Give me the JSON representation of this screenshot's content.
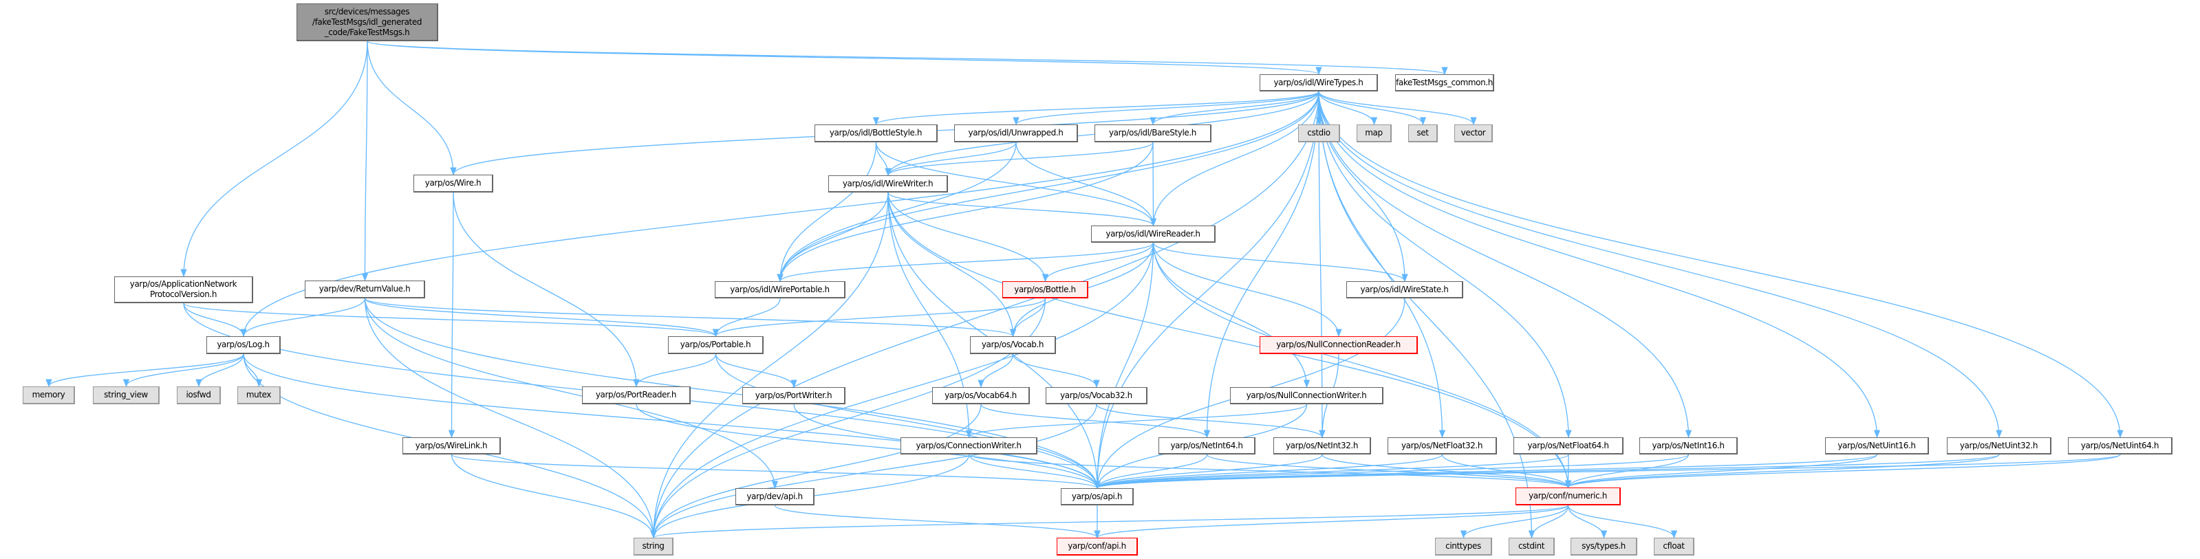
{
  "colors": {
    "edge": "#63b8ff",
    "root_fill": "#999999",
    "red_border": "#ff0000",
    "red_fill": "#fff0f0",
    "sys_fill": "#e0e0e0"
  },
  "nodes": {
    "root": {
      "label": "src/devices/messages\n/fakeTestMsgs/idl_generated\n_code/FakeTestMsgs.h",
      "kind": "root"
    },
    "wiretypes": {
      "label": "yarp/os/idl/WireTypes.h",
      "kind": "normal"
    },
    "common": {
      "label": "fakeTestMsgs_common.h",
      "kind": "normal"
    },
    "bottlestyle": {
      "label": "yarp/os/idl/BottleStyle.h",
      "kind": "normal"
    },
    "unwrapped": {
      "label": "yarp/os/idl/Unwrapped.h",
      "kind": "normal"
    },
    "barestyle": {
      "label": "yarp/os/idl/BareStyle.h",
      "kind": "normal"
    },
    "cstdio": {
      "label": "cstdio",
      "kind": "sys"
    },
    "map": {
      "label": "map",
      "kind": "sys"
    },
    "set": {
      "label": "set",
      "kind": "sys"
    },
    "vector": {
      "label": "vector",
      "kind": "sys"
    },
    "wire": {
      "label": "yarp/os/Wire.h",
      "kind": "normal"
    },
    "wirewriter": {
      "label": "yarp/os/idl/WireWriter.h",
      "kind": "normal"
    },
    "wirereader": {
      "label": "yarp/os/idl/WireReader.h",
      "kind": "normal"
    },
    "appnet": {
      "label": "yarp/os/ApplicationNetwork\nProtocolVersion.h",
      "kind": "normal"
    },
    "returnvalue": {
      "label": "yarp/dev/ReturnValue.h",
      "kind": "normal"
    },
    "wireportable": {
      "label": "yarp/os/idl/WirePortable.h",
      "kind": "normal"
    },
    "bottle": {
      "label": "yarp/os/Bottle.h",
      "kind": "red"
    },
    "wirestate": {
      "label": "yarp/os/idl/WireState.h",
      "kind": "normal"
    },
    "log": {
      "label": "yarp/os/Log.h",
      "kind": "normal"
    },
    "portable": {
      "label": "yarp/os/Portable.h",
      "kind": "normal"
    },
    "vocab": {
      "label": "yarp/os/Vocab.h",
      "kind": "normal"
    },
    "nullreader": {
      "label": "yarp/os/NullConnectionReader.h",
      "kind": "red"
    },
    "memory": {
      "label": "memory",
      "kind": "sys"
    },
    "string_view": {
      "label": "string_view",
      "kind": "sys"
    },
    "iosfwd": {
      "label": "iosfwd",
      "kind": "sys"
    },
    "mutex": {
      "label": "mutex",
      "kind": "sys"
    },
    "portreader": {
      "label": "yarp/os/PortReader.h",
      "kind": "normal"
    },
    "portwriter": {
      "label": "yarp/os/PortWriter.h",
      "kind": "normal"
    },
    "vocab64": {
      "label": "yarp/os/Vocab64.h",
      "kind": "normal"
    },
    "vocab32": {
      "label": "yarp/os/Vocab32.h",
      "kind": "normal"
    },
    "nullwriter": {
      "label": "yarp/os/NullConnectionWriter.h",
      "kind": "normal"
    },
    "wirelink": {
      "label": "yarp/os/WireLink.h",
      "kind": "normal"
    },
    "connwriter": {
      "label": "yarp/os/ConnectionWriter.h",
      "kind": "normal"
    },
    "netint64": {
      "label": "yarp/os/NetInt64.h",
      "kind": "normal"
    },
    "netint32": {
      "label": "yarp/os/NetInt32.h",
      "kind": "normal"
    },
    "netfloat32": {
      "label": "yarp/os/NetFloat32.h",
      "kind": "normal"
    },
    "netfloat64": {
      "label": "yarp/os/NetFloat64.h",
      "kind": "normal"
    },
    "netint16": {
      "label": "yarp/os/NetInt16.h",
      "kind": "normal"
    },
    "netuint16": {
      "label": "yarp/os/NetUint16.h",
      "kind": "normal"
    },
    "netuint32": {
      "label": "yarp/os/NetUint32.h",
      "kind": "normal"
    },
    "netuint64": {
      "label": "yarp/os/NetUint64.h",
      "kind": "normal"
    },
    "devapi": {
      "label": "yarp/dev/api.h",
      "kind": "normal"
    },
    "osapi": {
      "label": "yarp/os/api.h",
      "kind": "normal"
    },
    "numeric": {
      "label": "yarp/conf/numeric.h",
      "kind": "red"
    },
    "string": {
      "label": "string",
      "kind": "sys"
    },
    "confapi": {
      "label": "yarp/conf/api.h",
      "kind": "red"
    },
    "cinttypes": {
      "label": "cinttypes",
      "kind": "sys"
    },
    "cstdint": {
      "label": "cstdint",
      "kind": "sys"
    },
    "systypes": {
      "label": "sys/types.h",
      "kind": "sys"
    },
    "cfloat": {
      "label": "cfloat",
      "kind": "sys"
    }
  },
  "edges": [
    [
      "root",
      "wiretypes"
    ],
    [
      "root",
      "common"
    ],
    [
      "root",
      "appnet"
    ],
    [
      "root",
      "returnvalue"
    ],
    [
      "root",
      "wire"
    ],
    [
      "wiretypes",
      "bottlestyle"
    ],
    [
      "wiretypes",
      "unwrapped"
    ],
    [
      "wiretypes",
      "barestyle"
    ],
    [
      "wiretypes",
      "cstdio"
    ],
    [
      "wiretypes",
      "map"
    ],
    [
      "wiretypes",
      "set"
    ],
    [
      "wiretypes",
      "vector"
    ],
    [
      "wiretypes",
      "wirewriter"
    ],
    [
      "wiretypes",
      "wirereader"
    ],
    [
      "wiretypes",
      "wireportable"
    ],
    [
      "wiretypes",
      "wirestate"
    ],
    [
      "wiretypes",
      "wire"
    ],
    [
      "wiretypes",
      "log"
    ],
    [
      "wiretypes",
      "string"
    ],
    [
      "wiretypes",
      "osapi"
    ],
    [
      "wiretypes",
      "cstdint"
    ],
    [
      "wiretypes",
      "netint32"
    ],
    [
      "wiretypes",
      "netint64"
    ],
    [
      "wiretypes",
      "netfloat32"
    ],
    [
      "wiretypes",
      "netfloat64"
    ],
    [
      "wiretypes",
      "netint16"
    ],
    [
      "wiretypes",
      "netuint16"
    ],
    [
      "wiretypes",
      "netuint32"
    ],
    [
      "wiretypes",
      "netuint64"
    ],
    [
      "bottlestyle",
      "wirewriter"
    ],
    [
      "bottlestyle",
      "wirereader"
    ],
    [
      "bottlestyle",
      "wireportable"
    ],
    [
      "unwrapped",
      "wirewriter"
    ],
    [
      "unwrapped",
      "wirereader"
    ],
    [
      "unwrapped",
      "wireportable"
    ],
    [
      "barestyle",
      "wirewriter"
    ],
    [
      "barestyle",
      "wirereader"
    ],
    [
      "barestyle",
      "wireportable"
    ],
    [
      "wirewriter",
      "wirereader"
    ],
    [
      "wirewriter",
      "wireportable"
    ],
    [
      "wirewriter",
      "bottle"
    ],
    [
      "wirewriter",
      "vocab"
    ],
    [
      "wirewriter",
      "connwriter"
    ],
    [
      "wirewriter",
      "string"
    ],
    [
      "wirewriter",
      "osapi"
    ],
    [
      "wirewriter",
      "numeric"
    ],
    [
      "wirereader",
      "wireportable"
    ],
    [
      "wirereader",
      "bottle"
    ],
    [
      "wirereader",
      "vocab"
    ],
    [
      "wirereader",
      "wirestate"
    ],
    [
      "wirereader",
      "nullreader"
    ],
    [
      "wirereader",
      "nullwriter"
    ],
    [
      "wirereader",
      "string"
    ],
    [
      "wirereader",
      "osapi"
    ],
    [
      "wirereader",
      "numeric"
    ],
    [
      "wire",
      "wirelink"
    ],
    [
      "wire",
      "portreader"
    ],
    [
      "wirelink",
      "string"
    ],
    [
      "wirelink",
      "osapi"
    ],
    [
      "appnet",
      "log"
    ],
    [
      "appnet",
      "portable"
    ],
    [
      "appnet",
      "osapi"
    ],
    [
      "returnvalue",
      "log"
    ],
    [
      "returnvalue",
      "portable"
    ],
    [
      "returnvalue",
      "vocab"
    ],
    [
      "returnvalue",
      "string"
    ],
    [
      "returnvalue",
      "osapi"
    ],
    [
      "returnvalue",
      "devapi"
    ],
    [
      "log",
      "memory"
    ],
    [
      "log",
      "string_view"
    ],
    [
      "log",
      "iosfwd"
    ],
    [
      "log",
      "mutex"
    ],
    [
      "log",
      "osapi"
    ],
    [
      "log",
      "string"
    ],
    [
      "wireportable",
      "portable"
    ],
    [
      "bottle",
      "portable"
    ],
    [
      "bottle",
      "vocab"
    ],
    [
      "bottle",
      "string"
    ],
    [
      "portable",
      "portreader"
    ],
    [
      "portable",
      "portwriter"
    ],
    [
      "portable",
      "osapi"
    ],
    [
      "portreader",
      "osapi"
    ],
    [
      "portwriter",
      "osapi"
    ],
    [
      "vocab",
      "vocab64"
    ],
    [
      "vocab",
      "vocab32"
    ],
    [
      "vocab64",
      "netint64"
    ],
    [
      "vocab64",
      "string"
    ],
    [
      "vocab32",
      "netint32"
    ],
    [
      "vocab32",
      "string"
    ],
    [
      "nullreader",
      "netint32"
    ],
    [
      "nullwriter",
      "connwriter"
    ],
    [
      "nullwriter",
      "osapi"
    ],
    [
      "connwriter",
      "osapi"
    ],
    [
      "connwriter",
      "string"
    ],
    [
      "connwriter",
      "numeric"
    ],
    [
      "wirestate",
      "osapi"
    ],
    [
      "netint64",
      "osapi"
    ],
    [
      "netint64",
      "numeric"
    ],
    [
      "netint32",
      "osapi"
    ],
    [
      "netint32",
      "numeric"
    ],
    [
      "netfloat32",
      "osapi"
    ],
    [
      "netfloat32",
      "numeric"
    ],
    [
      "netfloat64",
      "osapi"
    ],
    [
      "netfloat64",
      "numeric"
    ],
    [
      "netint16",
      "osapi"
    ],
    [
      "netint16",
      "numeric"
    ],
    [
      "netuint16",
      "osapi"
    ],
    [
      "netuint16",
      "numeric"
    ],
    [
      "netuint32",
      "osapi"
    ],
    [
      "netuint32",
      "numeric"
    ],
    [
      "netuint64",
      "osapi"
    ],
    [
      "netuint64",
      "numeric"
    ],
    [
      "osapi",
      "confapi"
    ],
    [
      "devapi",
      "confapi"
    ],
    [
      "numeric",
      "confapi"
    ],
    [
      "numeric",
      "cinttypes"
    ],
    [
      "numeric",
      "cstdint"
    ],
    [
      "numeric",
      "systypes"
    ],
    [
      "numeric",
      "cfloat"
    ],
    [
      "numeric",
      "string"
    ]
  ]
}
